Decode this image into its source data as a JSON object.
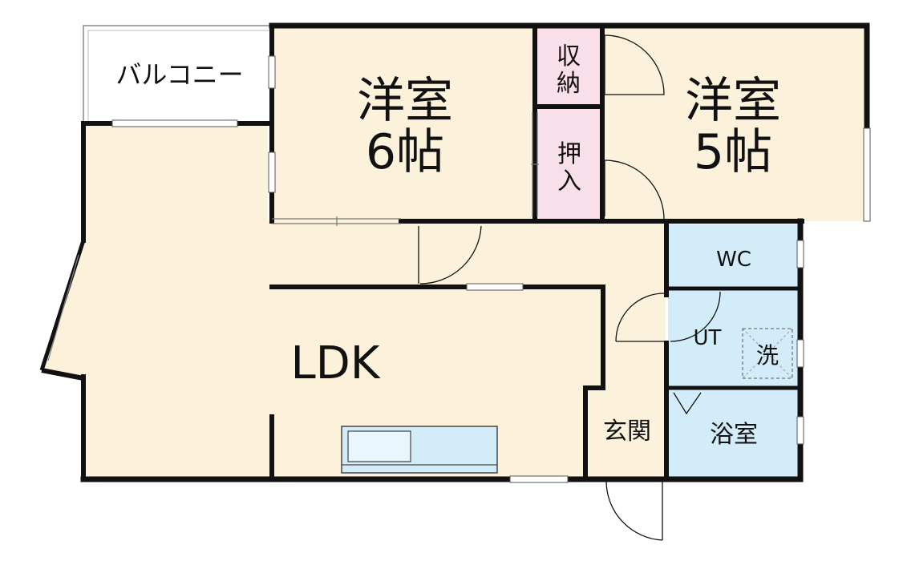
{
  "colors": {
    "room_fill": "#fcf2dc",
    "storage_fill": "#f9dfe9",
    "wet_fill": "#d2ecf9",
    "wall": "#111111",
    "window": "#ffffff"
  },
  "rooms": {
    "balcony": "バルコニー",
    "western_6_line1": "洋室",
    "western_6_line2": "6帖",
    "western_5_line1": "洋室",
    "western_5_line2": "5帖",
    "storage_top_1": "収",
    "storage_top_2": "納",
    "closet_1": "押",
    "closet_2": "入",
    "ldk": "LDK",
    "wc": "WC",
    "ut": "UT",
    "washer": "洗",
    "entrance": "玄関",
    "bath": "浴室"
  },
  "icons": {
    "washer": "washer-square-icon",
    "kitchen": "kitchen-counter-icon",
    "door": "door-swing-icon"
  }
}
